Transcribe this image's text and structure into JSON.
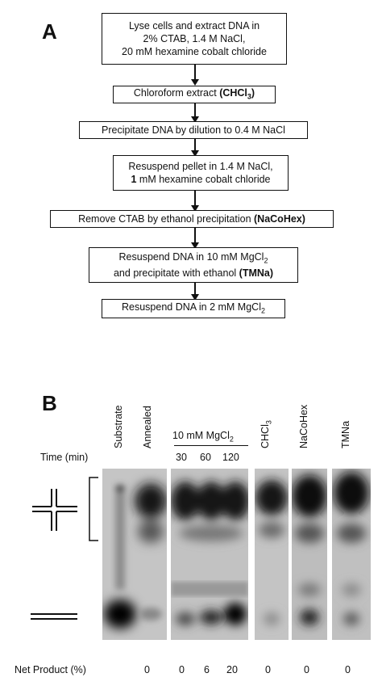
{
  "panel_a": {
    "letter": "A",
    "steps": [
      {
        "lines": [
          "Lyse cells and extract DNA in",
          "2% CTAB, 1.4 M NaCl,",
          "20 mM hexamine cobalt chloride"
        ]
      },
      {
        "text": "Chloroform extract ",
        "bold": "(CHCl3)"
      },
      {
        "text": "Precipitate DNA by dilution to 0.4 M NaCl"
      },
      {
        "lines": [
          "Resuspend pellet in 1.4 M NaCl,",
          "1 mM hexamine cobalt chloride"
        ],
        "bold_prefix_line2": "1"
      },
      {
        "text": "Remove CTAB by ethanol precipitation ",
        "bold": "(NaCoHex)"
      },
      {
        "line1": "Resuspend DNA in 10 mM MgCl2",
        "line2": "and precipitate with ethanol ",
        "bold": "(TMNa)"
      },
      {
        "text": "Resuspend DNA in 2 mM MgCl2"
      }
    ]
  },
  "panel_b": {
    "letter": "B",
    "lane_labels": [
      "Substrate",
      "Annealed",
      "CHCl3",
      "NaCoHex",
      "TMNa"
    ],
    "mg_label": "10 mM MgCl2",
    "time_label": "Time (min)",
    "times": [
      "30",
      "60",
      "120"
    ],
    "net_product_label": "Net Product (%)",
    "net_product_values": [
      "0",
      "0",
      "6",
      "20",
      "0",
      "0",
      "0"
    ]
  },
  "colors": {
    "ink": "#111111",
    "gel_bg": "#b9b9b9"
  }
}
